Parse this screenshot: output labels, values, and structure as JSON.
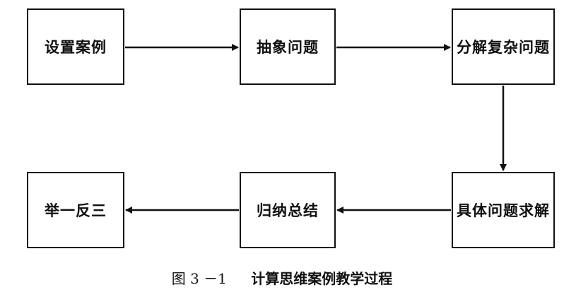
{
  "diagram": {
    "nodes": [
      {
        "id": "n1",
        "label": "设置案例"
      },
      {
        "id": "n2",
        "label": "抽象问题"
      },
      {
        "id": "n3",
        "label": "分解复杂问题"
      },
      {
        "id": "n4",
        "label": "具体问题求解"
      },
      {
        "id": "n5",
        "label": "归纳总结"
      },
      {
        "id": "n6",
        "label": "举一反三"
      }
    ],
    "edges": [
      {
        "from": "n1",
        "to": "n2"
      },
      {
        "from": "n2",
        "to": "n3"
      },
      {
        "from": "n3",
        "to": "n4"
      },
      {
        "from": "n4",
        "to": "n5"
      },
      {
        "from": "n5",
        "to": "n6"
      }
    ],
    "line_color": "#111111"
  },
  "caption": {
    "figure_number": "图 3 －1",
    "title": "计算思维案例教学过程"
  }
}
